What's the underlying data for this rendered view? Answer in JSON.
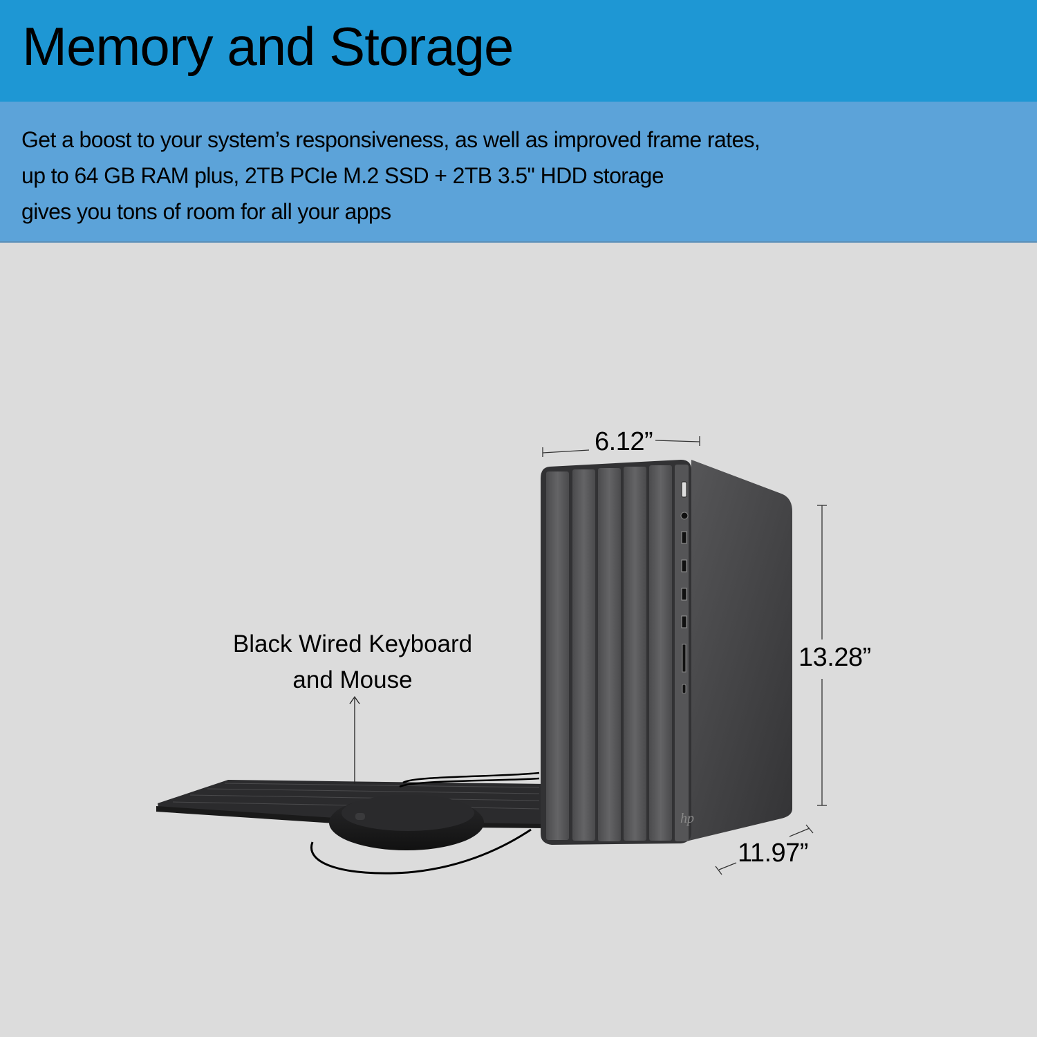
{
  "header": {
    "title": "Memory and Storage",
    "background_color": "#1e97d4"
  },
  "description": {
    "lines": [
      "Get a boost to your system’s responsiveness, as well as improved frame rates,",
      "up to 64 GB RAM plus, 2TB PCIe M.2 SSD + 2TB 3.5\" HDD storage",
      "gives you tons of room for all your apps"
    ],
    "background_color": "#5ca3d9"
  },
  "product": {
    "dimensions": {
      "width": "6.12”",
      "height": "13.28”",
      "depth": "11.97”"
    },
    "accessory_callout": {
      "line1": "Black Wired Keyboard",
      "line2": "and Mouse"
    },
    "brand_logo": "hp"
  },
  "colors": {
    "page_background": "#dcdcdc",
    "tower": "#3d3d3f"
  }
}
